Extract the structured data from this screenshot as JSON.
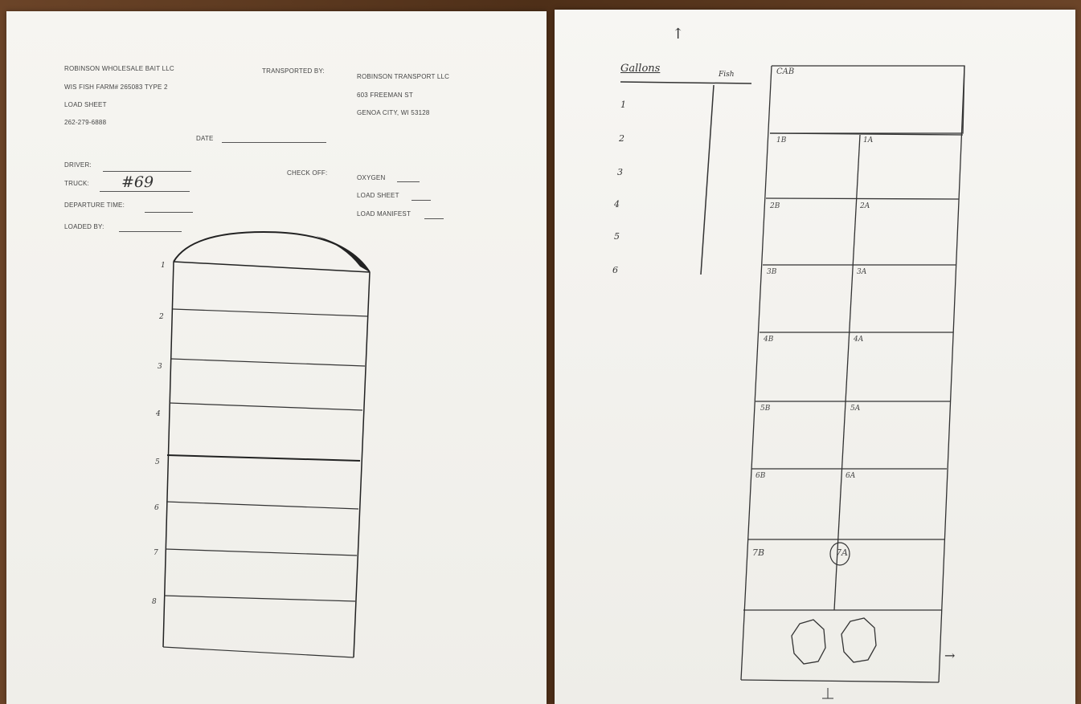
{
  "left_sheet": {
    "company": "ROBINSON WHOLESALE BAIT LLC",
    "farm_line": "WIS FISH FARM# 265083 TYPE 2",
    "title": "LOAD SHEET",
    "phone": "262-279-6888",
    "date_label": "DATE",
    "transported_by_label": "TRANSPORTED BY:",
    "transporter_name": "ROBINSON TRANSPORT LLC",
    "transporter_street": "603 FREEMAN ST",
    "transporter_city": "GENOA CITY, WI 53128",
    "driver_label": "DRIVER:",
    "truck_label": "TRUCK:",
    "truck_value": "#69",
    "departure_label": "DEPARTURE TIME:",
    "loaded_by_label": "LOADED BY:",
    "check_off_label": "CHECK OFF:",
    "check_items": [
      "OXYGEN",
      "LOAD SHEET",
      "LOAD MANIFEST"
    ],
    "row_marks": [
      "1",
      "2",
      "3",
      "4",
      "5",
      "6",
      "7",
      "8"
    ]
  },
  "right_sheet": {
    "column_header": "Gallons",
    "column_header_right": "Fish",
    "row_numbers": [
      "1",
      "2",
      "3",
      "4",
      "5",
      "6"
    ],
    "cab_label": "CAB",
    "cells": [
      [
        "1B",
        "1A"
      ],
      [
        "2B",
        "2A"
      ],
      [
        "3B",
        "3A"
      ],
      [
        "4B",
        "4A"
      ],
      [
        "5B",
        "5A"
      ],
      [
        "6B",
        "6A"
      ],
      [
        "7B",
        "7A"
      ]
    ],
    "arrow_up": "↑",
    "arrow_right": "→"
  }
}
